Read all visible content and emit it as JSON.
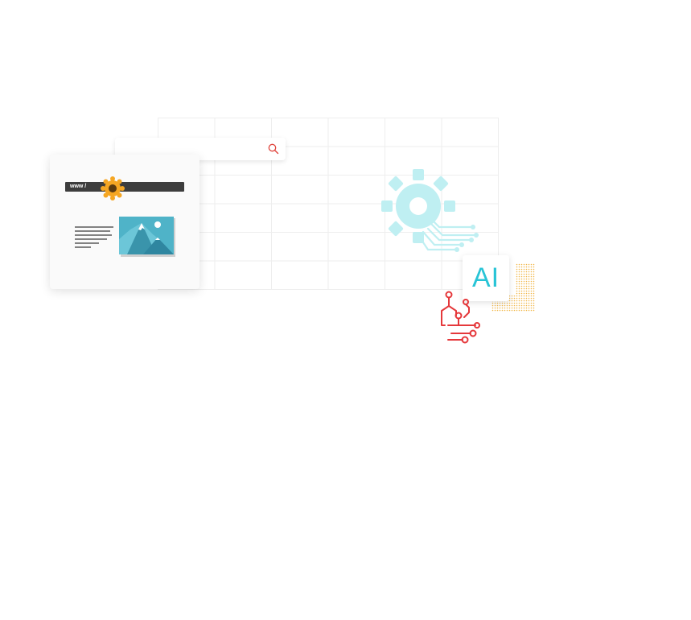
{
  "url_prefix": "www /",
  "ai_badge": "AI",
  "icons": [
    "search-icon",
    "sun-icon",
    "text-lines-icon",
    "image-icon",
    "gear-circuit-icon",
    "dot-pattern",
    "circuit-icon"
  ],
  "colors": {
    "search_icon": "#e0443c",
    "sun": "#f5a623",
    "url_bar": "#3d3d3d",
    "image_tile": "#4fb3c8",
    "gear": "#bfeff2",
    "ai_text": "#28c4d6",
    "dots": "#f2b84b",
    "circuit": "#e5383b"
  }
}
